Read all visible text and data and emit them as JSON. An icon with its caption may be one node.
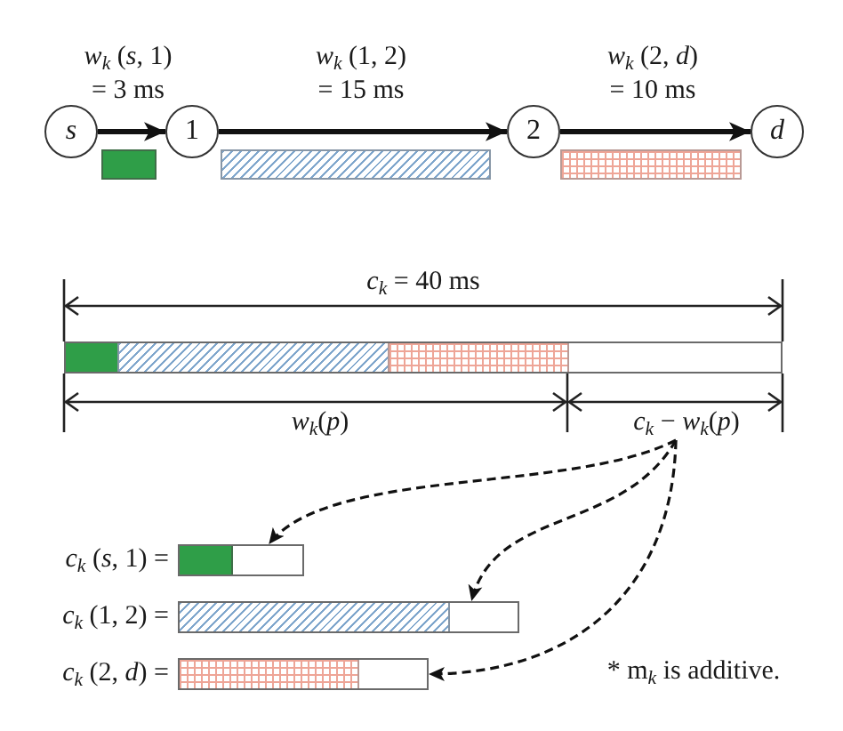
{
  "diagram": {
    "nodes": [
      {
        "text": [
          "s"
        ]
      },
      {
        "text": [
          "1"
        ]
      },
      {
        "text": [
          "2"
        ]
      },
      {
        "text": [
          "d"
        ]
      },
      {
        "text": [],
        "shape": "bar"
      },
      {
        "text": [],
        "shape": "bar"
      },
      {
        "text": [],
        "shape": "bar"
      },
      {
        "text": [],
        "shape": "bar"
      },
      {
        "text": [
          "*c*$_{k}$ − *w*$_{k}$(*p*)"
        ]
      },
      {
        "text": [],
        "shape": "bar",
        "beside": [
          "*c*$_{k}$ (*s*, 1) ="
        ]
      },
      {
        "text": [],
        "shape": "bar",
        "beside": [
          "*c*$_{k}$ (1, 2) ="
        ]
      },
      {
        "text": [],
        "shape": "bar",
        "beside": [
          "*c*$_{k}$ (2, *d*) ="
        ]
      }
    ],
    "edges": [
      {
        "from": 0,
        "to": 1,
        "arrow": "to",
        "label": "*w*$_{k}$ (*s*, 1) = 3 ms"
      },
      {
        "from": 1,
        "to": 2,
        "arrow": "to",
        "label": "*w*$_{k}$ (1, 2) = 15 ms"
      },
      {
        "from": 2,
        "to": 3,
        "arrow": "to",
        "label": "*w*$_{k}$ (2, *d*) = 10 ms"
      },
      {
        "from": 8,
        "to": 9,
        "arrow": "to",
        "style": "dashed"
      },
      {
        "from": 8,
        "to": 10,
        "arrow": "to",
        "style": "dashed"
      },
      {
        "from": 8,
        "to": 11,
        "arrow": "to",
        "style": "dashed"
      }
    ],
    "labels": [
      "*c*$_{k}$ = 40 ms",
      "*w*$_{k}$(*p*)",
      "* m$_{k}$ is additive."
    ]
  }
}
